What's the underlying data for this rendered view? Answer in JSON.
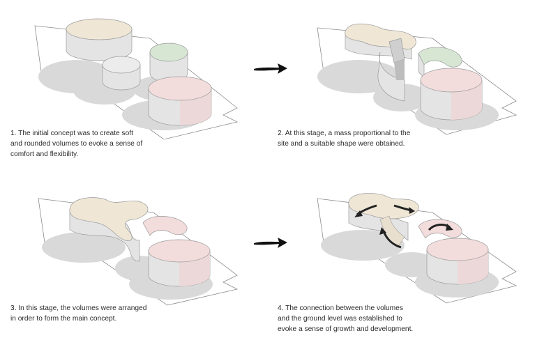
{
  "colors": {
    "beige": "#efe6d6",
    "green": "#d6e6d3",
    "pink": "#f3dcdc",
    "wall": "#e4e4e4",
    "shadow": "#d9d9d9",
    "line": "#8a8a8a",
    "arrow": "#111111"
  },
  "steps": [
    {
      "lines": [
        "1. The initial concept was to create soft",
        "and rounded volumes to evoke a sense of",
        "comfort and flexibility."
      ]
    },
    {
      "lines": [
        "2. At this stage, a mass proportional to the",
        "site and a suitable shape were obtained."
      ]
    },
    {
      "lines": [
        "3. In this stage, the volumes were arranged",
        "in order to form the main concept."
      ]
    },
    {
      "lines": [
        "4.  The connection between the volumes",
        "and  the ground level was established to",
        "evoke a sense of growth and development."
      ]
    }
  ]
}
